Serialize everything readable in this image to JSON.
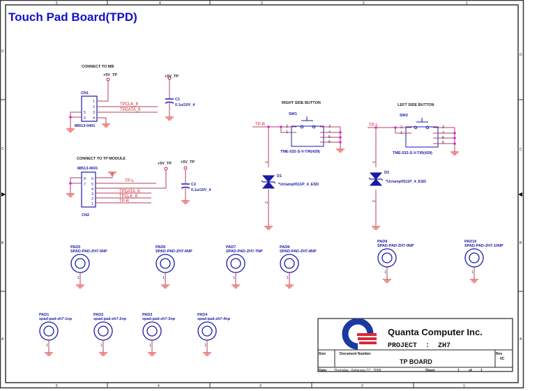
{
  "sheet_title": "Touch Pad Board(TPD)",
  "colors": {
    "title": "#1010c8",
    "component": "#1a1aa8",
    "wire": "#b04060",
    "net_label": "#d02020",
    "junction": "#e020e0",
    "ground": "#e02020",
    "frame": "#333333",
    "logo_blue": "#1a3aa0",
    "logo_red": "#d8283a"
  },
  "frame": {
    "column_labels": [
      "5",
      "4",
      "3",
      "2",
      "1"
    ],
    "row_labels": [
      "D",
      "C",
      "B",
      "A"
    ]
  },
  "connect_to_mb": {
    "heading": "CONNECT TO MB",
    "connector": {
      "ref": "CN1",
      "part": "88513-0401",
      "pins_left": [
        "5",
        "6"
      ],
      "pins_right": [
        "1",
        "2",
        "3",
        "4"
      ]
    },
    "power_label_1": "+5V_TP",
    "power_label_2": "+5V_TP",
    "nets": [
      "TPCLK_8",
      "TPDATA_8"
    ],
    "capacitor": {
      "ref": "C1",
      "value": "0.1u/10V_4"
    }
  },
  "connect_to_tp_module": {
    "heading": "CONNECT TO TP MODULE",
    "connector": {
      "ref": "CN2",
      "part": "88513-0601",
      "pins_left": [
        "8",
        "7"
      ],
      "pins_right": [
        "6",
        "5",
        "4",
        "3",
        "2",
        "1"
      ]
    },
    "power_label_1": "+5V_TP",
    "power_label_2": "+5V_TP",
    "nets": [
      "TP-L",
      "TPDATA_8",
      "TPCLK_8",
      "TP-R"
    ],
    "capacitor": {
      "ref": "C2",
      "value": "0.1u/10V_4"
    }
  },
  "right_button": {
    "heading": "RIGHT SIDE BUTTON",
    "switch": {
      "ref": "SW1",
      "part": "TME-532-S-V-T/R(439)",
      "pins": [
        "2",
        "1",
        "3",
        "4",
        "5",
        "6"
      ]
    },
    "net": "TP-R",
    "diode": {
      "ref": "D1",
      "part": "*Uclamp0511P_4_ESD",
      "pin_top": "1",
      "pin_bottom": "2"
    }
  },
  "left_button": {
    "heading": "LEFT SIDE BUTTON",
    "switch": {
      "ref": "SW2",
      "part": "TME-532-S-V-T/R(439)",
      "pins": [
        "2",
        "1",
        "3",
        "4",
        "5",
        "6"
      ]
    },
    "net": "TP-L",
    "diode": {
      "ref": "D2",
      "part": "*Uclamp0511P_4_ESD",
      "pin_top": "1",
      "pin_bottom": "2"
    }
  },
  "pads": [
    {
      "ref": "PAD5",
      "part": "SPAD-PAD-ZH7-5NP",
      "pin": "1"
    },
    {
      "ref": "PAD6",
      "part": "SPAD-PAD-ZH7-6NP",
      "pin": "1"
    },
    {
      "ref": "PAD7",
      "part": "SPAD-PAD-ZH7-7NP",
      "pin": "1"
    },
    {
      "ref": "PAD8",
      "part": "SPAD-PAD-ZH7-8NP",
      "pin": "1"
    },
    {
      "ref": "PAD9",
      "part": "SPAD-PAD-ZH7-9NP",
      "pin": "1"
    },
    {
      "ref": "PAD10",
      "part": "SPAD-PAD-ZH7-10NP",
      "pin": "1"
    },
    {
      "ref": "PAD1",
      "part": "spad-pad-zh7-1np",
      "pin": "1"
    },
    {
      "ref": "PAD2",
      "part": "spad-pad-zh7-2np",
      "pin": "1"
    },
    {
      "ref": "PAD3",
      "part": "spad-pad-zh7-3np",
      "pin": "1"
    },
    {
      "ref": "PAD4",
      "part": "spad-pad-zh7-4np",
      "pin": "1"
    }
  ],
  "title_block": {
    "company": "Quanta Computer Inc.",
    "project": "PROJECT  :  ZH7",
    "size_label": "Size",
    "docnum_label": "Document Number",
    "doc_title": "TP BOARD",
    "rev_label": "Rev",
    "rev_value": "0C",
    "date_label": "Date:",
    "date_value": "Thursday , February 12 , 2009",
    "sheet_label": "Sheet",
    "sheet_num": "1",
    "of_label": "of",
    "sheet_total": "1"
  }
}
